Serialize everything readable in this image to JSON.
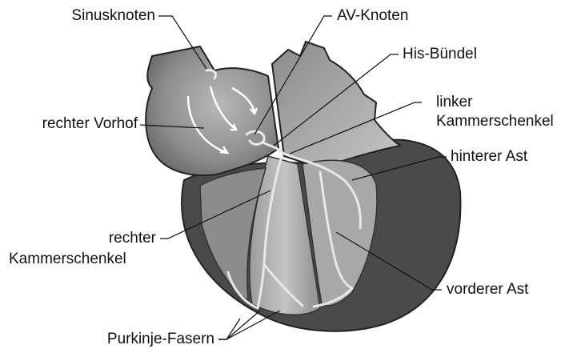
{
  "labels": {
    "sinusknoten": "Sinusknoten",
    "av_knoten": "AV-Knoten",
    "his_buendel": "His-Bündel",
    "linker_kammerschenkel_1": "linker",
    "linker_kammerschenkel_2": "Kammerschenkel",
    "rechter_vorhof": "rechter Vorhof",
    "hinterer_ast": "hinterer Ast",
    "rechter_kammerschenkel_1": "rechter",
    "rechter_kammerschenkel_2": "Kammerschenkel",
    "vorderer_ast": "vorderer Ast",
    "purkinje_fasern": "Purkinje-Fasern"
  },
  "colors": {
    "ventricle_dark": "#4a4a4a",
    "atrium_light": "#a9a9a9",
    "septum": "#9a9a9a",
    "conduction": "#e8e8e8",
    "line": "#111111"
  }
}
